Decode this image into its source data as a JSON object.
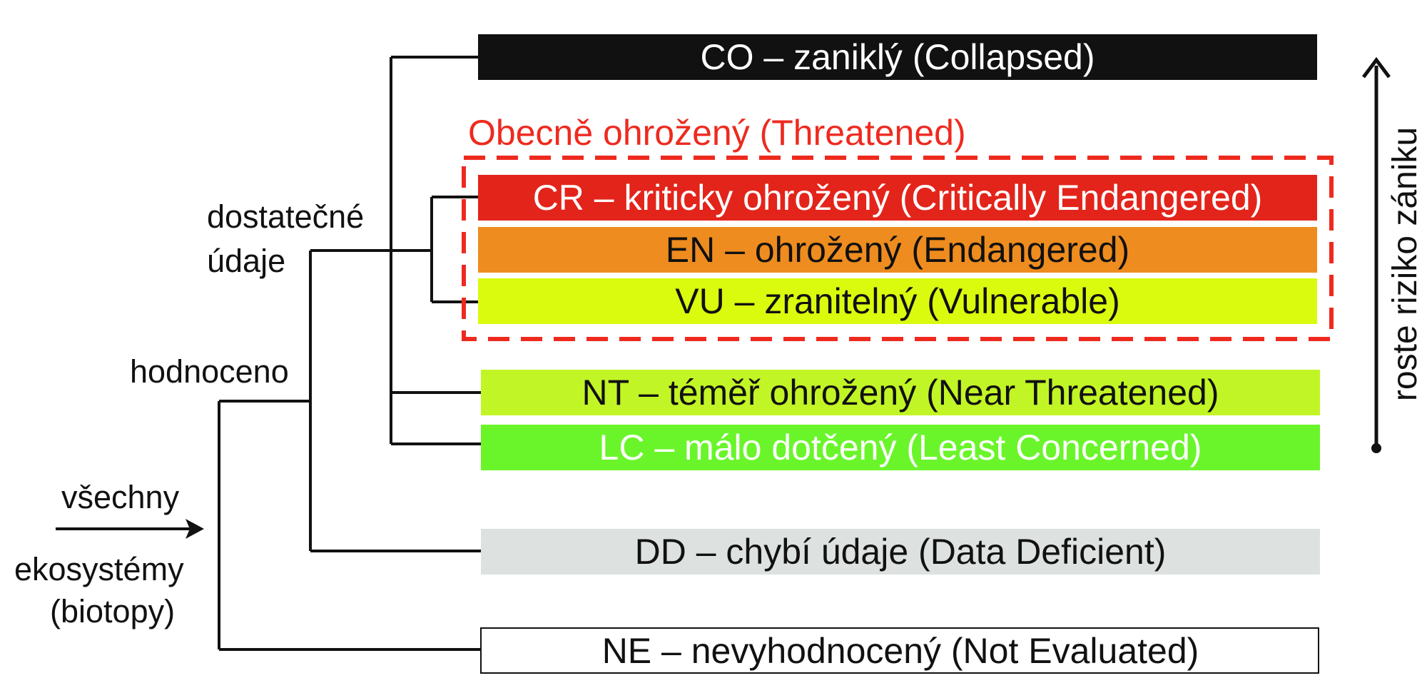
{
  "categories": [
    {
      "code": "CO",
      "label": "CO – zaniklý (Collapsed)",
      "fill": "#111111",
      "text_color": "#ffffff"
    },
    {
      "code": "CR",
      "label": "CR – kriticky ohrožený (Critically Endangered)",
      "fill": "#e3241b",
      "text_color": "#ffffff"
    },
    {
      "code": "EN",
      "label": "EN – ohrožený (Endangered)",
      "fill": "#ee8c1f",
      "text_color": "#111111"
    },
    {
      "code": "VU",
      "label": "VU – zranitelný (Vulnerable)",
      "fill": "#dbfb0e",
      "text_color": "#111111"
    },
    {
      "code": "NT",
      "label": "NT – téměř ohrožený (Near Threatened)",
      "fill": "#c2f526",
      "text_color": "#111111"
    },
    {
      "code": "LC",
      "label": "LC – málo dotčený (Least Concerned)",
      "fill": "#6af52b",
      "text_color": "#ffffff"
    },
    {
      "code": "DD",
      "label": "DD – chybí údaje (Data Deficient)",
      "fill": "#dde1e0",
      "text_color": "#111111"
    },
    {
      "code": "NE",
      "label": "NE – nevyhodnocený (Not Evaluated)",
      "fill": "#ffffff",
      "text_color": "#111111",
      "border": "#111111"
    }
  ],
  "threatened_group": {
    "label": "Obecně ohrožený (Threatened)",
    "color": "#ee2a1f"
  },
  "tree_labels": {
    "sufficient_data_line1": "dostatečné",
    "sufficient_data_line2": "údaje",
    "evaluated": "hodnoceno",
    "all_line1": "všechny",
    "all_line2": "ekosystémy",
    "all_line3": "(biotopy)"
  },
  "risk_axis": {
    "label": "roste riziko zániku",
    "color": "#111111"
  }
}
